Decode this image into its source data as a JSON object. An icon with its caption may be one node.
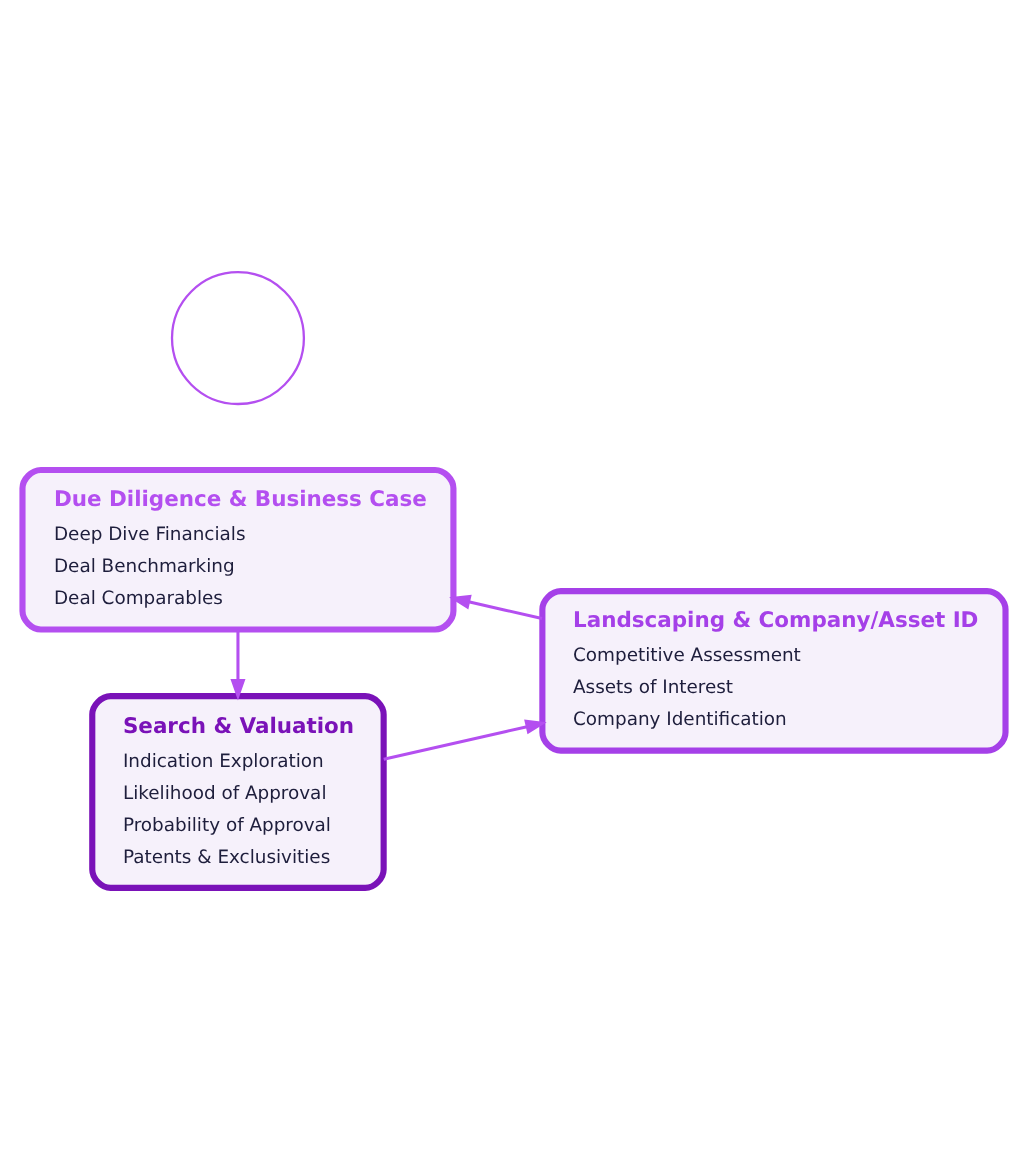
{
  "diagram": {
    "nodes": [
      {
        "text": [
          "Due Diligence & Business Case",
          "Deep Dive Financials",
          "Deal Benchmarking",
          "Deal Comparables"
        ]
      },
      {
        "text": [
          "Search & Valuation",
          "Indication Exploration",
          "Likelihood of Approval",
          "Probability of Approval",
          "Patents & Exclusivities"
        ]
      },
      {
        "text": [
          "Landscaping & Company/Asset ID",
          "Competitive Assessment",
          "Assets of Interest",
          "Company Identification"
        ]
      },
      {
        "text": [],
        "shape": "circle"
      }
    ],
    "edges": [
      {
        "from": 0,
        "to": 1,
        "arrow": "to"
      },
      {
        "from": 1,
        "to": 2,
        "arrow": "to"
      },
      {
        "from": 2,
        "to": 0,
        "arrow": "to"
      }
    ]
  }
}
